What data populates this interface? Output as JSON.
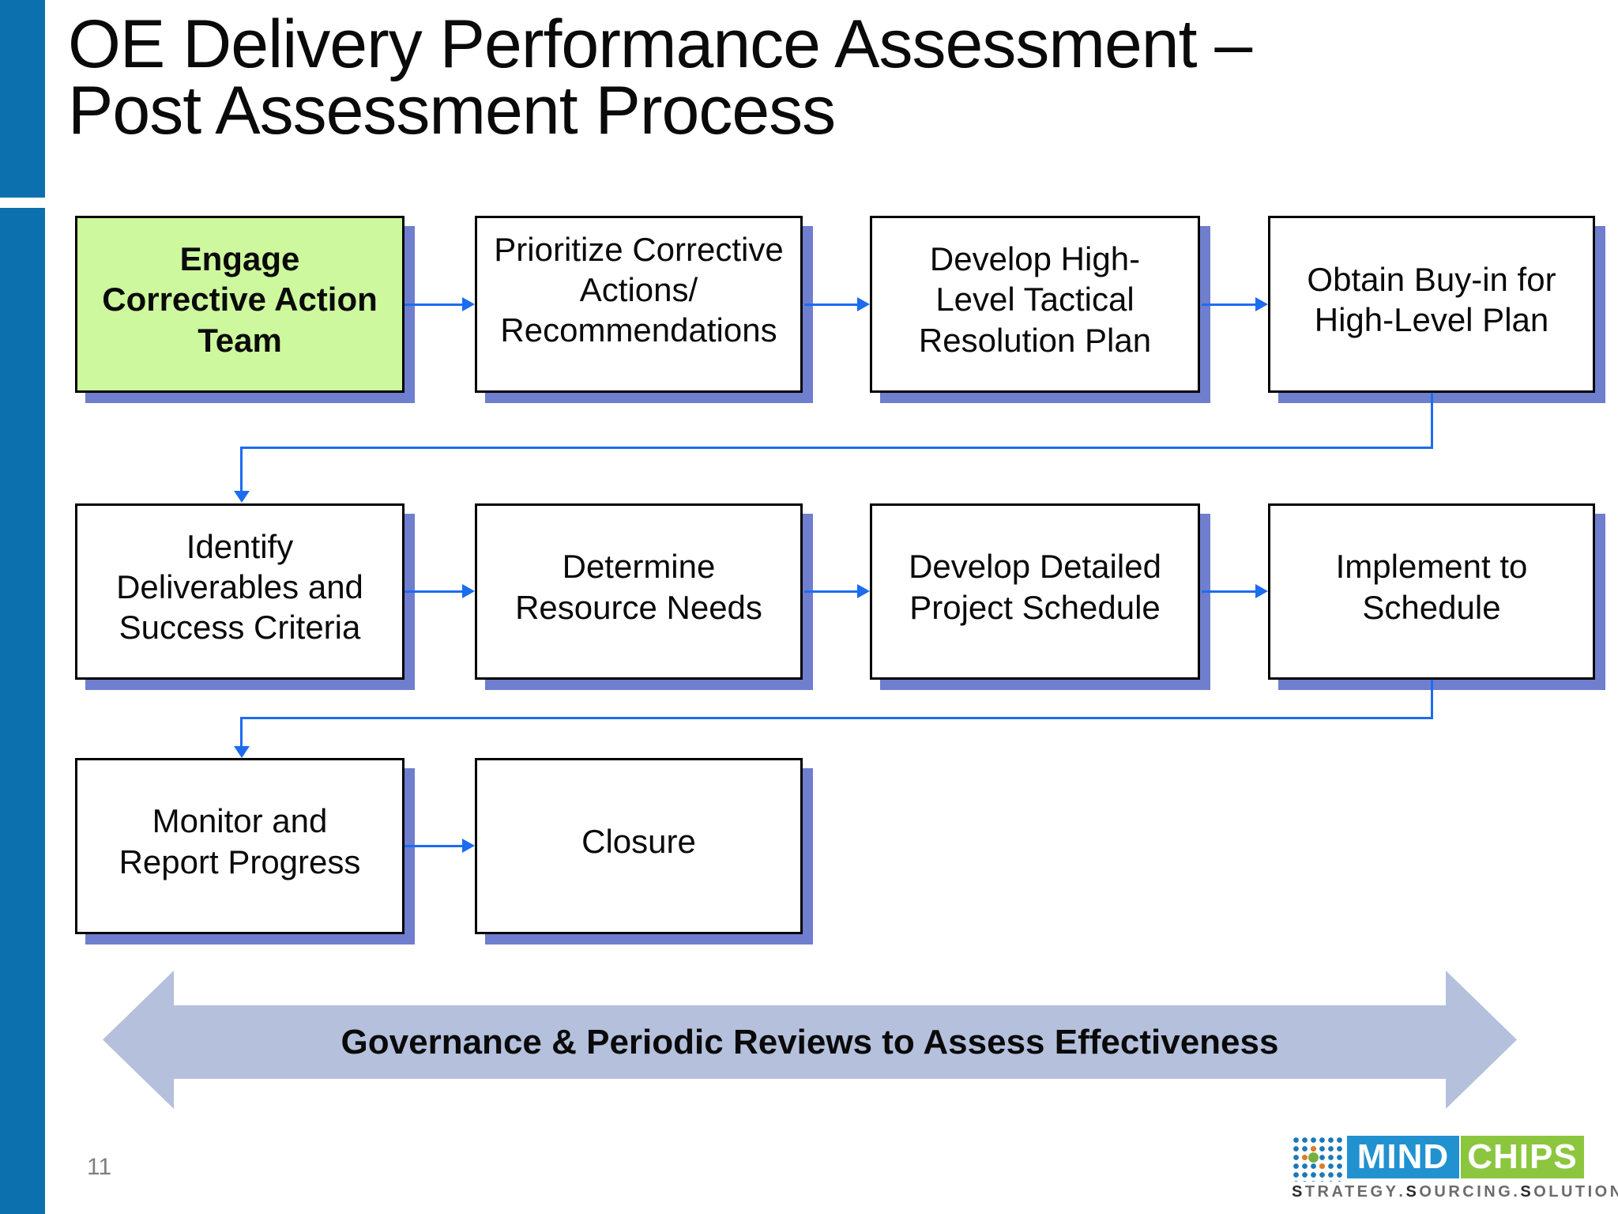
{
  "slide": {
    "title": "OE Delivery Performance Assessment –\nPost Assessment Process",
    "page_number": "11"
  },
  "flowchart": {
    "boxes": [
      {
        "label": "Engage\nCorrective Action\nTeam",
        "highlighted": true
      },
      {
        "label": "Prioritize Corrective\nActions/\nRecommendations",
        "highlighted": false
      },
      {
        "label": "Develop High-\nLevel Tactical\nResolution Plan",
        "highlighted": false
      },
      {
        "label": "Obtain Buy-in for\nHigh-Level Plan",
        "highlighted": false
      },
      {
        "label": "Identify\nDeliverables and\nSuccess Criteria",
        "highlighted": false
      },
      {
        "label": "Determine\nResource Needs",
        "highlighted": false
      },
      {
        "label": "Develop Detailed\nProject Schedule",
        "highlighted": false
      },
      {
        "label": "Implement to\nSchedule",
        "highlighted": false
      },
      {
        "label": "Monitor and\nReport Progress",
        "highlighted": false
      },
      {
        "label": "Closure",
        "highlighted": false
      }
    ]
  },
  "banner": {
    "label": "Governance & Periodic Reviews to Assess Effectiveness"
  },
  "logo": {
    "brand_word_1": "MIND",
    "brand_word_2": "CHIPS",
    "tagline_words": [
      "STRATEGY",
      "SOURCING",
      "SOLUTIONS"
    ],
    "tagline_separator": "."
  },
  "colors": {
    "accent_bar_blue": "#0B70AD",
    "highlight_green": "#CDF89E",
    "box_shadow_periwinkle": "#6F7ECD",
    "connector_blue": "#1C6CF0",
    "banner_fill": "#B4C0DC",
    "logo_blue": "#2191D0",
    "logo_green": "#8CC63E",
    "logo_dot_blue": "#1B79B8",
    "logo_dot_orange": "#E07B26",
    "logo_dot_green": "#76B043"
  }
}
